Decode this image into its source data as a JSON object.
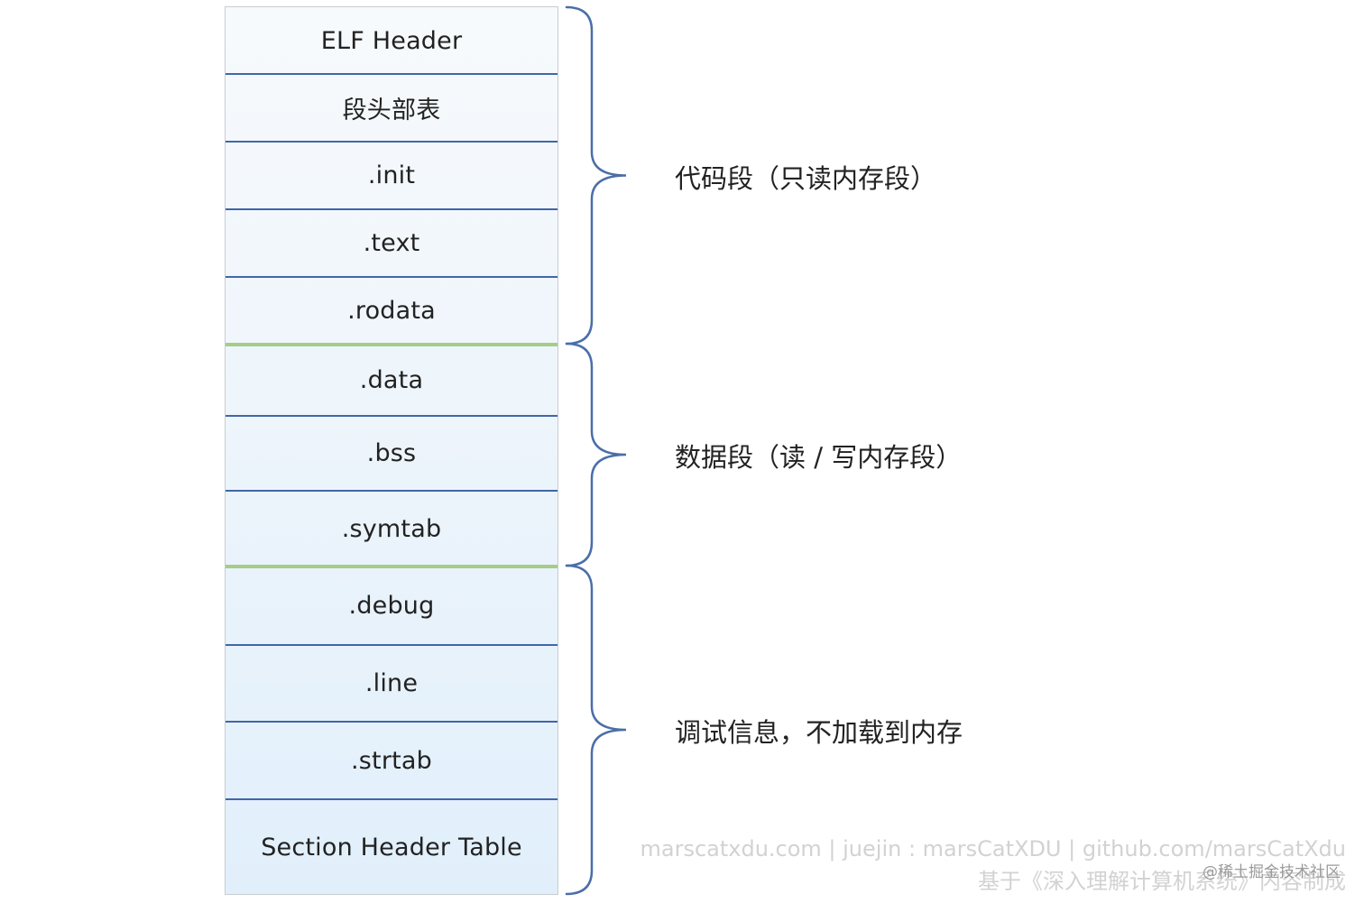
{
  "sections": [
    {
      "label": "ELF Header"
    },
    {
      "label": "段头部表"
    },
    {
      "label": ".init"
    },
    {
      "label": ".text"
    },
    {
      "label": ".rodata"
    },
    {
      "label": ".data"
    },
    {
      "label": ".bss"
    },
    {
      "label": ".symtab"
    },
    {
      "label": ".debug"
    },
    {
      "label": ".line"
    },
    {
      "label": ".strtab"
    },
    {
      "label": "Section Header Table"
    }
  ],
  "groups": [
    {
      "label": "代码段（只读内存段）",
      "first_section": 0,
      "last_section": 4
    },
    {
      "label": "数据段（读 / 写内存段）",
      "first_section": 5,
      "last_section": 7
    },
    {
      "label": "调试信息，不加载到内存",
      "first_section": 8,
      "last_section": 11
    }
  ],
  "watermark": {
    "line1": "marscatxdu.com | juejin : marsCatXDU | github.com/marsCatXdu",
    "line2": "基于《深入理解计算机系统》内容制成",
    "tag": "@稀土掘金技术社区"
  },
  "colors": {
    "divider": "#3f67a8",
    "group_boundary": "#a6cc8a",
    "brace": "#4a6ea9"
  }
}
